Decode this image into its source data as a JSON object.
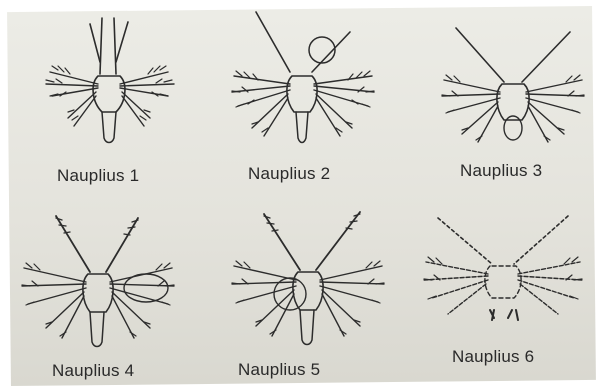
{
  "figures": [
    {
      "label": "Nauplius 1"
    },
    {
      "label": "Nauplius 2"
    },
    {
      "label": "Nauplius 3"
    },
    {
      "label": "Nauplius 4"
    },
    {
      "label": "Nauplius 5"
    },
    {
      "label": "Nauplius 6"
    }
  ]
}
